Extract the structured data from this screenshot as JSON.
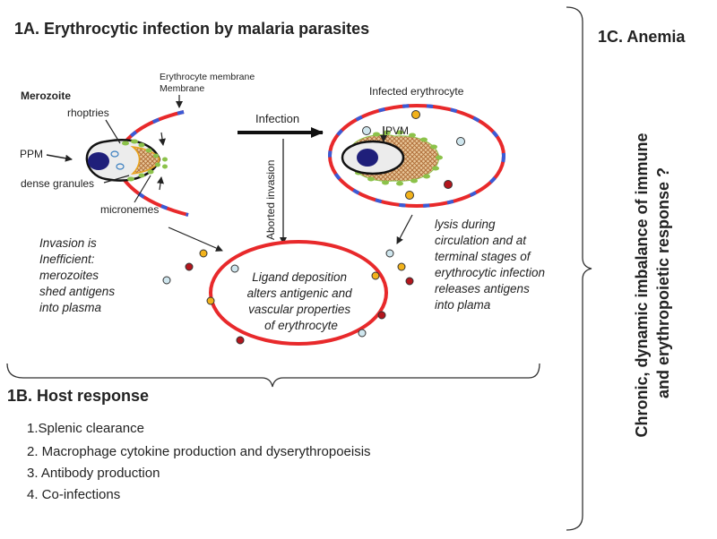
{
  "section_a": {
    "title": "1A. Erythrocytic infection by malaria parasites",
    "merozoite": {
      "title": "Merozoite",
      "rhoptries": "rhoptries",
      "ppm": "PPM",
      "dense_granules": "dense granules",
      "micronemes": "micronemes"
    },
    "erythrocyte_membrane": [
      "Erythrocyte membrane",
      "Membrane"
    ],
    "infection_label": "Infection",
    "aborted_label": "Aborted invasion",
    "infected_title": "Infected erythrocyte",
    "pvm_label": "PVM",
    "left_text": [
      "Invasion is",
      "Inefficient:",
      "merozoites",
      "shed  antigens",
      "into plasma"
    ],
    "center_text": [
      "Ligand deposition",
      "alters antigenic and",
      "vascular properties",
      "of erythrocyte"
    ],
    "right_text": [
      "lysis during",
      "circulation and at",
      "terminal stages of",
      "erythrocytic infection",
      "releases antigens",
      "into plama"
    ]
  },
  "section_b": {
    "title": "1B. Host response",
    "items": [
      "1.Splenic clearance",
      "2. Macrophage cytokine production and dyserythropoeisis",
      "3. Antibody production",
      "4. Co-infections"
    ]
  },
  "section_c": {
    "title": "1C. Anemia",
    "vertical_text": [
      "Chronic, dynamic imbalance of immune",
      "and erythropoietic response ?"
    ]
  },
  "colors": {
    "membrane_red": "#e8292b",
    "membrane_blue": "#3b5bd6",
    "nucleus": "#1f1f7a",
    "antigen_yellow": "#f2b21b",
    "antigen_darkred": "#b3161d",
    "antigen_lightblue": "#cfe6ee",
    "granule_green": "#8cc24a"
  }
}
